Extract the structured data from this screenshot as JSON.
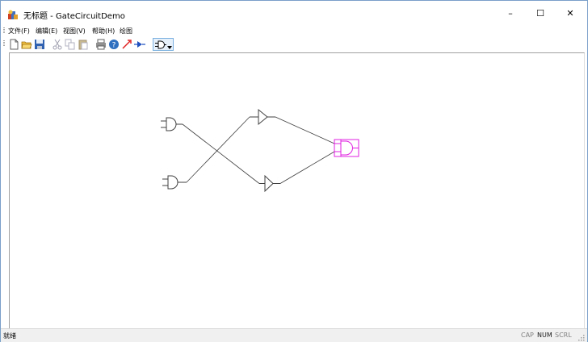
{
  "window": {
    "title": "无标题 - GateCircuitDemo"
  },
  "title_buttons": {
    "minimize": "–",
    "maximize": "☐",
    "close": "✕"
  },
  "menu": {
    "items": [
      {
        "label": "文件(F)"
      },
      {
        "label": "编辑(E)"
      },
      {
        "label": "视图(V)"
      },
      {
        "label": "帮助(H)"
      },
      {
        "label": "绘图"
      }
    ]
  },
  "toolbar": {
    "tools": [
      {
        "icon": "new-file-icon"
      },
      {
        "icon": "open-folder-icon"
      },
      {
        "icon": "save-icon"
      },
      {
        "icon": "cut-icon"
      },
      {
        "icon": "copy-icon"
      },
      {
        "icon": "paste-icon"
      },
      {
        "icon": "print-icon"
      },
      {
        "icon": "help-icon"
      },
      {
        "icon": "wire-pointer-icon"
      },
      {
        "icon": "diode-icon"
      },
      {
        "icon": "and-gate-icon"
      }
    ]
  },
  "colors": {
    "selected_gate": "#e020e0",
    "wire": "#404040",
    "titlebar_border": "#7aa0c8"
  },
  "statusbar": {
    "text": "就绪",
    "indicators": [
      {
        "label": "CAP",
        "active": false
      },
      {
        "label": "NUM",
        "active": true
      },
      {
        "label": "SCRL",
        "active": false
      }
    ]
  }
}
